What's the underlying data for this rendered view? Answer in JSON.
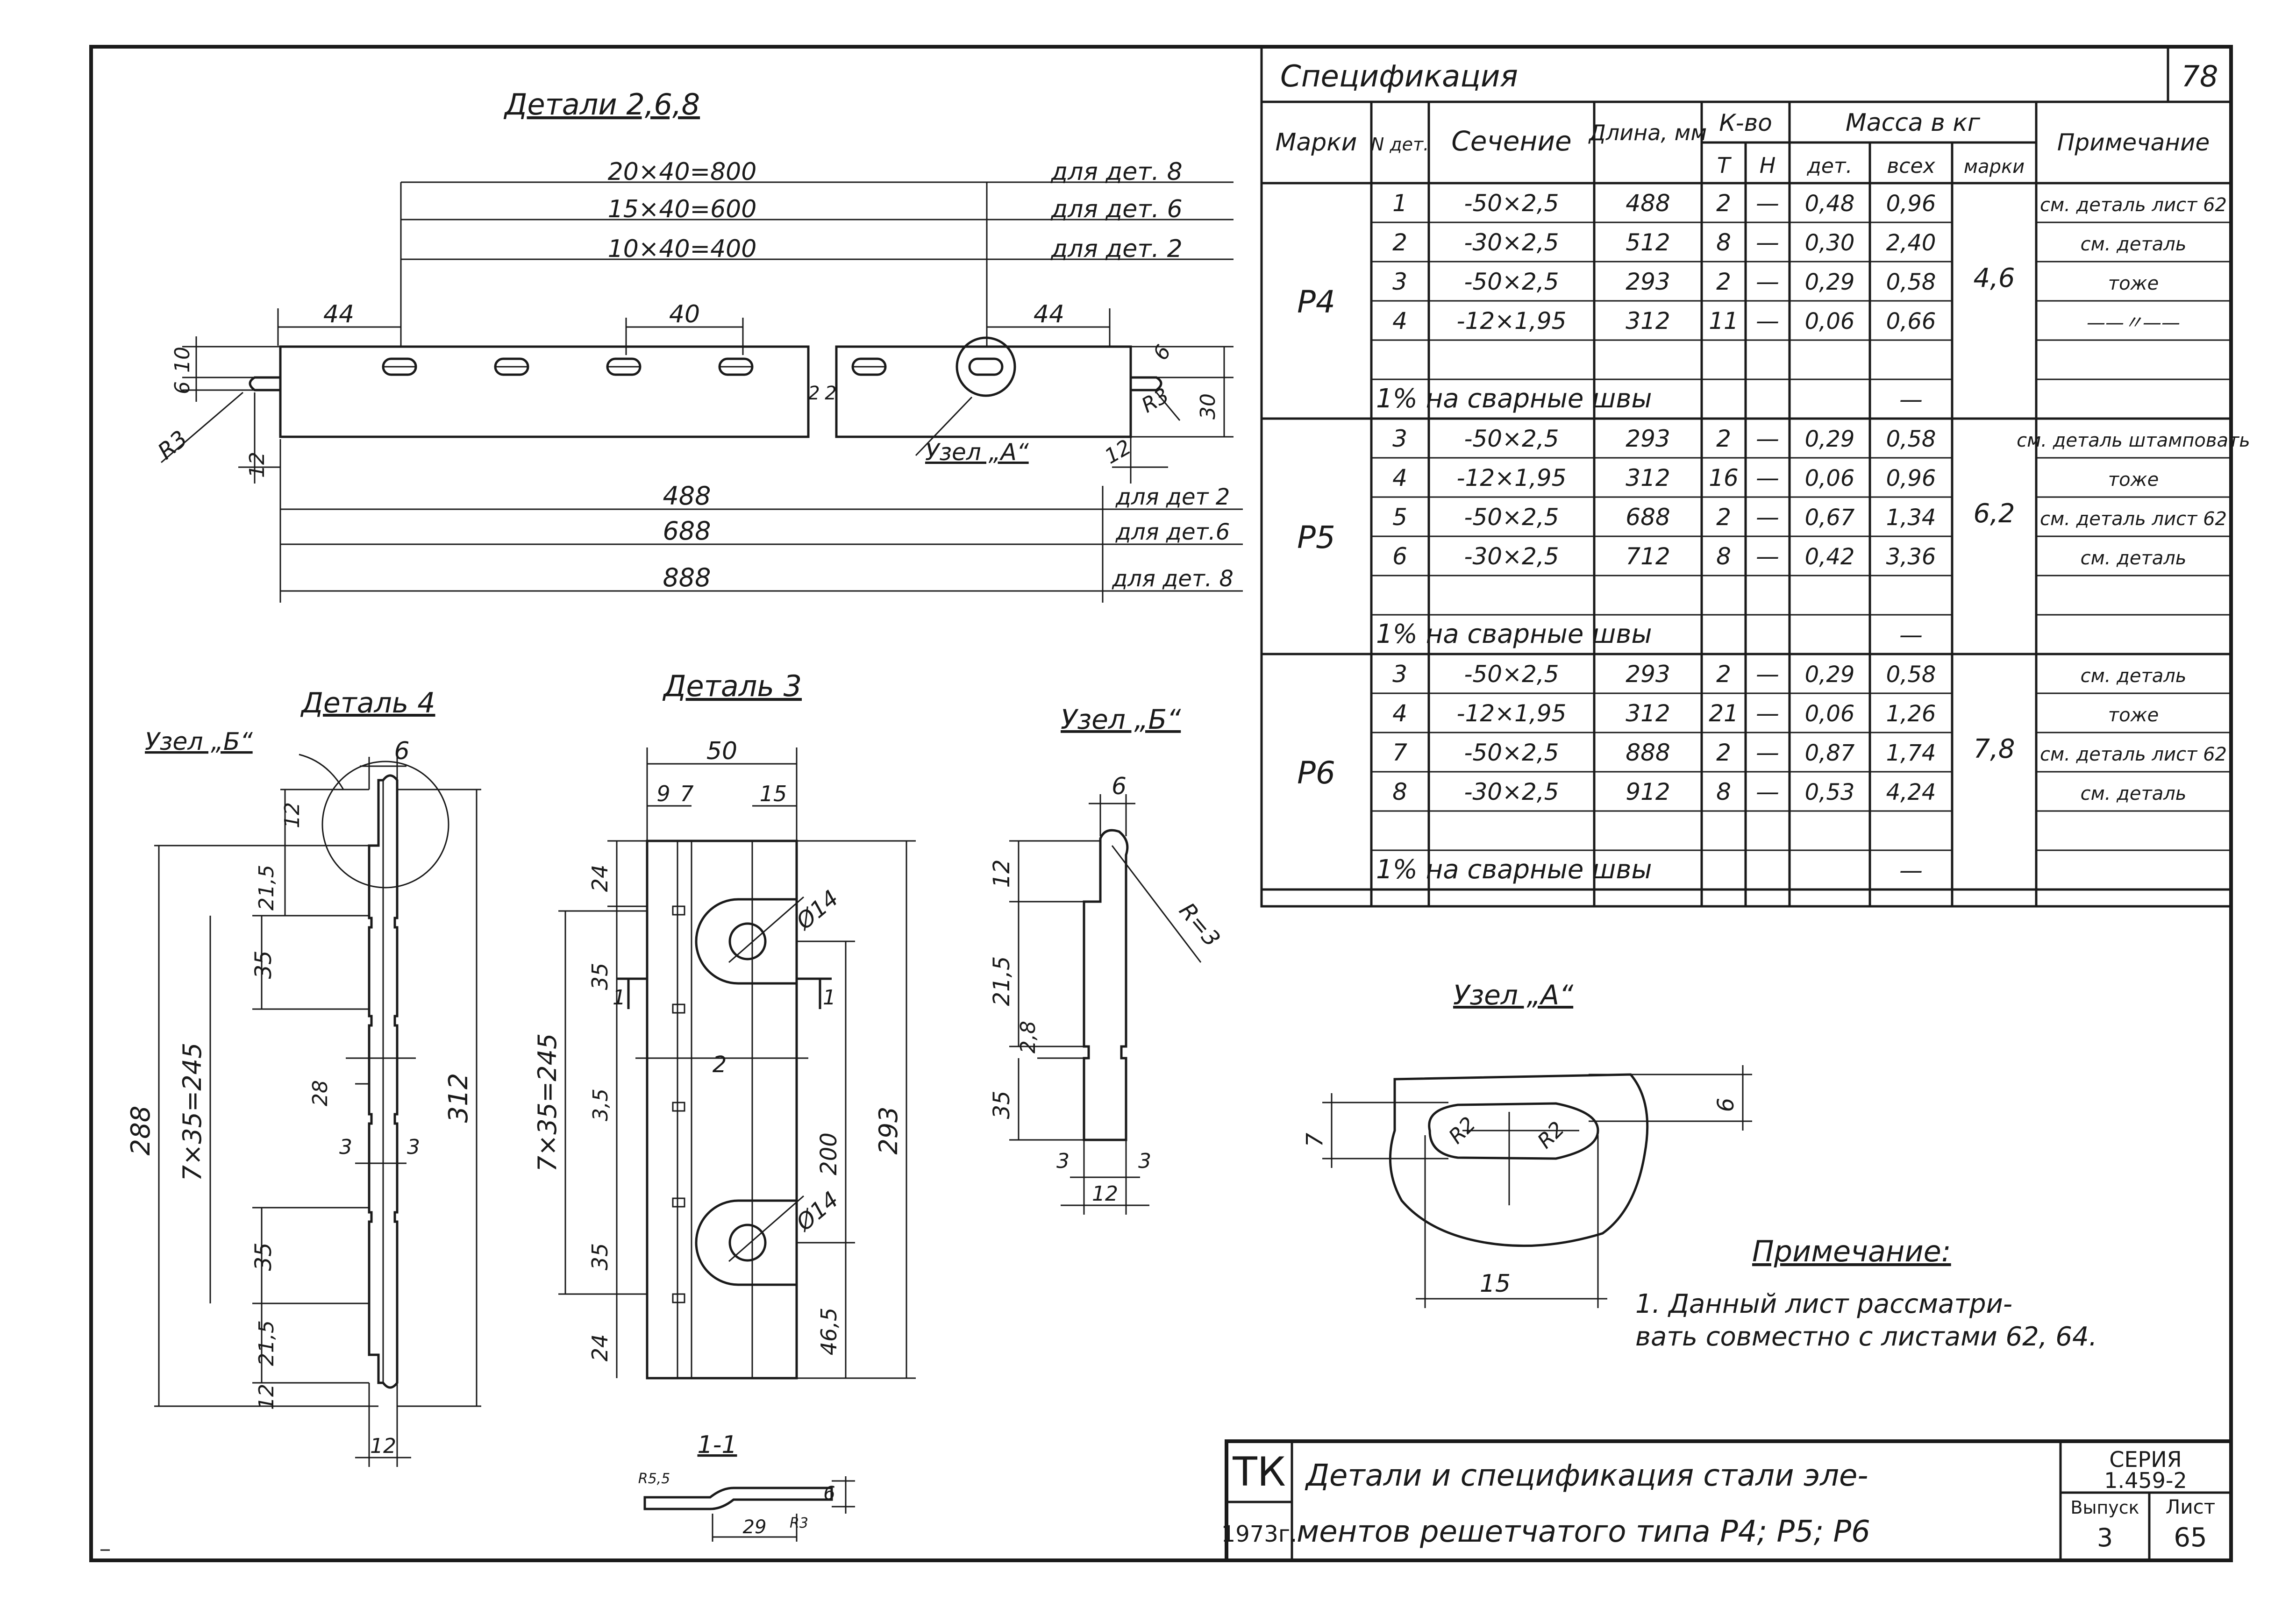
{
  "sheet_number": "78",
  "spec": {
    "title": "Спецификация",
    "headers": {
      "mark": "Марки",
      "det_no": "N дет.",
      "section": "Сечение",
      "length": "Длина, мм",
      "qty": "К-во",
      "qty_t": "Т",
      "qty_n": "Н",
      "mass": "Масса в кг",
      "mass_det": "дет.",
      "mass_all": "всех",
      "mass_mark": "марки",
      "note": "Примечание"
    },
    "groups": [
      {
        "mark": "Р4",
        "mass_mark": "4,6",
        "rows": [
          {
            "n": "1",
            "section": "-50×2,5",
            "length": "488",
            "t": "2",
            "h": "—",
            "det": "0,48",
            "all": "0,96",
            "note": "см. деталь лист 62"
          },
          {
            "n": "2",
            "section": "-30×2,5",
            "length": "512",
            "t": "8",
            "h": "—",
            "det": "0,30",
            "all": "2,40",
            "note": "см. деталь"
          },
          {
            "n": "3",
            "section": "-50×2,5",
            "length": "293",
            "t": "2",
            "h": "—",
            "det": "0,29",
            "all": "0,58",
            "note": "тоже"
          },
          {
            "n": "4",
            "section": "-12×1,95",
            "length": "312",
            "t": "11",
            "h": "—",
            "det": "0,06",
            "all": "0,66",
            "note": "——〃——"
          }
        ],
        "weld_label": "1% на сварные швы",
        "weld_value": "—"
      },
      {
        "mark": "Р5",
        "mass_mark": "6,2",
        "rows": [
          {
            "n": "3",
            "section": "-50×2,5",
            "length": "293",
            "t": "2",
            "h": "—",
            "det": "0,29",
            "all": "0,58",
            "note": "см. деталь штамповать"
          },
          {
            "n": "4",
            "section": "-12×1,95",
            "length": "312",
            "t": "16",
            "h": "—",
            "det": "0,06",
            "all": "0,96",
            "note": "тоже"
          },
          {
            "n": "5",
            "section": "-50×2,5",
            "length": "688",
            "t": "2",
            "h": "—",
            "det": "0,67",
            "all": "1,34",
            "note": "см. деталь лист 62"
          },
          {
            "n": "6",
            "section": "-30×2,5",
            "length": "712",
            "t": "8",
            "h": "—",
            "det": "0,42",
            "all": "3,36",
            "note": "см. деталь"
          }
        ],
        "weld_label": "1% на сварные швы",
        "weld_value": "—"
      },
      {
        "mark": "Р6",
        "mass_mark": "7,8",
        "rows": [
          {
            "n": "3",
            "section": "-50×2,5",
            "length": "293",
            "t": "2",
            "h": "—",
            "det": "0,29",
            "all": "0,58",
            "note": "см. деталь"
          },
          {
            "n": "4",
            "section": "-12×1,95",
            "length": "312",
            "t": "21",
            "h": "—",
            "det": "0,06",
            "all": "1,26",
            "note": "тоже"
          },
          {
            "n": "7",
            "section": "-50×2,5",
            "length": "888",
            "t": "2",
            "h": "—",
            "det": "0,87",
            "all": "1,74",
            "note": "см. деталь лист 62"
          },
          {
            "n": "8",
            "section": "-30×2,5",
            "length": "912",
            "t": "8",
            "h": "—",
            "det": "0,53",
            "all": "4,24",
            "note": "см. деталь"
          }
        ],
        "weld_label": "1% на сварные швы",
        "weld_value": "—"
      }
    ]
  },
  "drawing_top": {
    "title": "Детали 2,6,8",
    "dims": {
      "d800": "20×40=800",
      "d600": "15×40=600",
      "d400": "10×40=400",
      "for8": "для дет. 8",
      "for6": "для дет. 6",
      "for2": "для дет. 2",
      "d44a": "44",
      "d40": "40",
      "d44b": "44",
      "d6": "6",
      "d10": "10",
      "d6b": "6",
      "d30": "30",
      "r3a": "R3",
      "r3b": "R3",
      "d12a": "12",
      "d12b": "12",
      "two": "2",
      "twob": "2",
      "node_a": "Узел „А“",
      "l488": "488",
      "l688": "688",
      "l888": "888",
      "f2": "для дет 2",
      "f6": "для дет.6",
      "f8": "для дет. 8"
    }
  },
  "detail4": {
    "title": "Деталь 4",
    "node_b": "Узел „Б“",
    "dims": {
      "d6": "6",
      "d12": "12",
      "d215a": "21,5",
      "d35a": "35",
      "d28": "28",
      "d3a": "3",
      "d3b": "3",
      "d35b": "35",
      "d215b": "21,5",
      "d12b": "12",
      "d288": "288",
      "d245": "7×35=245",
      "d312": "312",
      "d12c": "12"
    }
  },
  "detail3": {
    "title": "Деталь 3",
    "dims": {
      "d50": "50",
      "d9": "9",
      "d7": "7",
      "d15": "15",
      "d24a": "24",
      "d35a": "35",
      "d35v": "3,5",
      "d35b": "35",
      "d24b": "24",
      "d245": "7×35=245",
      "phi14a": "Ø14",
      "phi14b": "Ø14",
      "d200": "200",
      "d293": "293",
      "d465": "46,5",
      "sec1": "1",
      "sec2": "1",
      "s2": "2"
    }
  },
  "section11": {
    "title": "1-1",
    "dims": {
      "r55": "R5,5",
      "r3": "R3",
      "d29": "29",
      "d6": "6"
    }
  },
  "node_b": {
    "title": "Узел „Б“",
    "dims": {
      "d6": "6",
      "r3": "R=3",
      "d12": "12",
      "d215": "21,5",
      "d28": "2,8",
      "d35": "35",
      "d3a": "3",
      "d3b": "3",
      "d12b": "12"
    }
  },
  "node_a": {
    "title": "Узел „А“",
    "dims": {
      "r2a": "R2",
      "r2b": "R2",
      "d7": "7",
      "d6": "6",
      "d15": "15"
    }
  },
  "note": {
    "title": "Примечание:",
    "line1": "1. Данный лист рассматри-",
    "line2": "вать совместно с листами 62, 64."
  },
  "title_block": {
    "tk": "ТК",
    "year": "1973г.",
    "title1": "Детали и спецификация стали эле-",
    "title2": "ментов решетчатого типа Р4; Р5; Р6",
    "series_label": "СЕРИЯ",
    "series": "1.459-2",
    "issue_label": "Выпуск",
    "issue": "3",
    "sheet_label": "Лист",
    "sheet": "65"
  }
}
